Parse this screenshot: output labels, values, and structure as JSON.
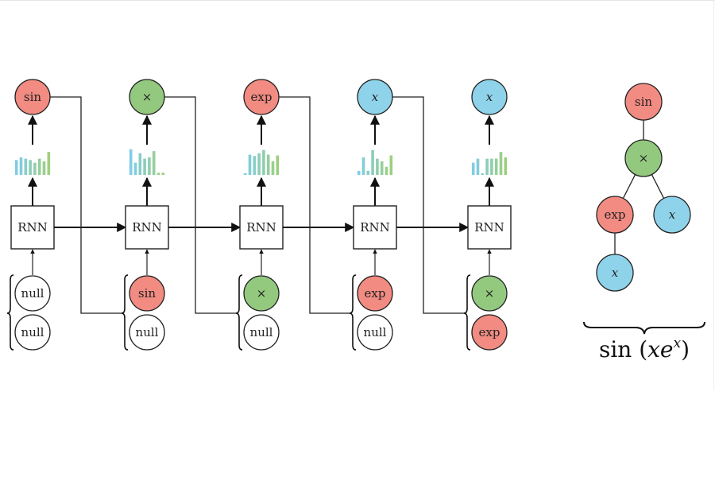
{
  "colors": {
    "sin": "#f28b82",
    "exp": "#f28b82",
    "times": "#93c97f",
    "x": "#8fd3ea",
    "null": "#ffffff",
    "stroke": "#222222",
    "bar_start": "#7fcde6",
    "bar_end": "#9ccf7e"
  },
  "rnn_label": "RNN",
  "steps": [
    {
      "output": {
        "label": "sin",
        "type": "sin",
        "italic": false
      },
      "distribution": [
        0.55,
        0.65,
        0.6,
        0.55,
        0.45,
        0.6,
        0.5,
        0.85
      ],
      "inputs": [
        {
          "label": "null",
          "type": "null",
          "italic": false
        },
        {
          "label": "null",
          "type": "null",
          "italic": false
        }
      ]
    },
    {
      "output": {
        "label": "×",
        "type": "times",
        "italic": false
      },
      "distribution": [
        0.95,
        0.45,
        0.8,
        0.6,
        0.65,
        0.88,
        0.08,
        0.08
      ],
      "inputs": [
        {
          "label": "sin",
          "type": "sin",
          "italic": false
        },
        {
          "label": "null",
          "type": "null",
          "italic": false
        }
      ]
    },
    {
      "output": {
        "label": "exp",
        "type": "exp",
        "italic": false
      },
      "distribution": [
        0.05,
        0.75,
        0.7,
        0.8,
        0.92,
        0.75,
        0.5,
        0.72
      ],
      "inputs": [
        {
          "label": "×",
          "type": "times",
          "italic": false
        },
        {
          "label": "null",
          "type": "null",
          "italic": false
        }
      ]
    },
    {
      "output": {
        "label": "x",
        "type": "x",
        "italic": true
      },
      "distribution": [
        0.15,
        0.65,
        0.15,
        0.92,
        0.6,
        0.5,
        0.3,
        0.72
      ],
      "inputs": [
        {
          "label": "exp",
          "type": "exp",
          "italic": false
        },
        {
          "label": "null",
          "type": "null",
          "italic": false
        }
      ]
    },
    {
      "output": {
        "label": "x",
        "type": "x",
        "italic": true
      },
      "distribution": [
        0.45,
        0.6,
        0.05,
        0.6,
        0.6,
        0.6,
        0.85,
        0.65
      ],
      "inputs": [
        {
          "label": "×",
          "type": "times",
          "italic": false
        },
        {
          "label": "exp",
          "type": "exp",
          "italic": false
        }
      ]
    }
  ],
  "tree": {
    "nodes": [
      {
        "id": "root",
        "label": "sin",
        "type": "sin",
        "italic": false
      },
      {
        "id": "mul",
        "label": "×",
        "type": "times",
        "italic": false
      },
      {
        "id": "exp",
        "label": "exp",
        "type": "exp",
        "italic": false
      },
      {
        "id": "x1",
        "label": "x",
        "type": "x",
        "italic": true
      },
      {
        "id": "x2",
        "label": "x",
        "type": "x",
        "italic": true
      }
    ],
    "edges": [
      [
        "root",
        "mul"
      ],
      [
        "mul",
        "exp"
      ],
      [
        "mul",
        "x1"
      ],
      [
        "exp",
        "x2"
      ]
    ],
    "expression": {
      "prefix": "sin (",
      "base": "xe",
      "superscript": "x",
      "suffix": ")"
    }
  }
}
